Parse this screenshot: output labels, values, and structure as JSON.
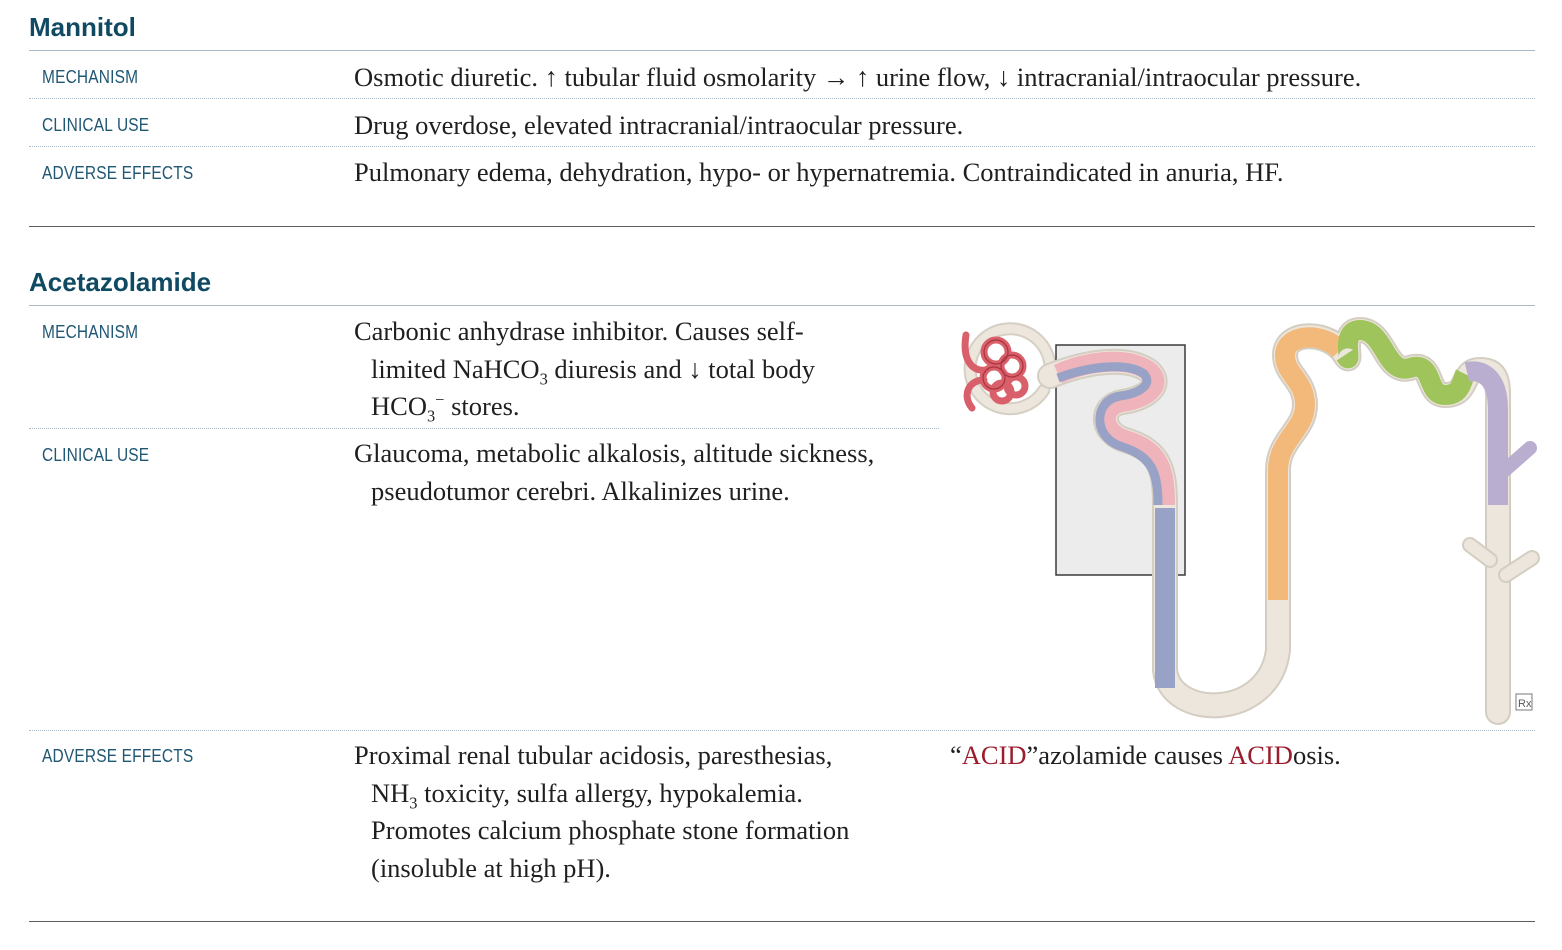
{
  "mannitol": {
    "title": "Mannitol",
    "rows": [
      {
        "label": "MECHANISM",
        "text": "Osmotic diuretic. ↑ tubular fluid osmolarity → ↑ urine flow, ↓ intracranial/intraocular pressure."
      },
      {
        "label": "CLINICAL USE",
        "text": "Drug overdose, elevated intracranial/intraocular pressure."
      },
      {
        "label": "ADVERSE EFFECTS",
        "text": "Pulmonary edema, dehydration, hypo- or hypernatremia. Contraindicated in anuria, HF."
      }
    ]
  },
  "acetazolamide": {
    "title": "Acetazolamide",
    "mechanism": {
      "label": "MECHANISM",
      "line1": "Carbonic anhydrase inhibitor. Causes self-",
      "line2_a": "limited NaHCO",
      "line2_sub": "3",
      "line2_b": " diuresis and ↓ total body",
      "line3_a": "HCO",
      "line3_sub": "3",
      "line3_sup": "−",
      "line3_b": " stores."
    },
    "clinical_use": {
      "label": "CLINICAL USE",
      "line1": "Glaucoma, metabolic alkalosis, altitude sickness,",
      "line2": "pseudotumor cerebri. Alkalinizes urine."
    },
    "adverse_effects": {
      "label": "ADVERSE EFFECTS",
      "line1": "Proximal renal tubular acidosis, paresthesias,",
      "line2_a": "NH",
      "line2_sub": "3",
      "line2_b": " toxicity, sulfa allergy, hypokalemia.",
      "line3": "Promotes calcium phosphate stone formation",
      "line4": "(insoluble at high pH)."
    },
    "mnemonic": {
      "open_quote": "“",
      "acid1": "ACID",
      "mid": "”azolamide causes ",
      "acid2": "ACID",
      "end": "osis."
    },
    "figure": {
      "badge": "Rx",
      "colors": {
        "tubule_base": "#ece6dd",
        "glomerulus": "#d9606a",
        "proximal_pink": "#efb3bb",
        "proximal_blue": "#98a2c6",
        "thick_ascending": "#f3b97a",
        "distal_green": "#9fc45c",
        "collecting_purple": "#b9aecf",
        "highlight_box": "#ececec"
      }
    }
  }
}
